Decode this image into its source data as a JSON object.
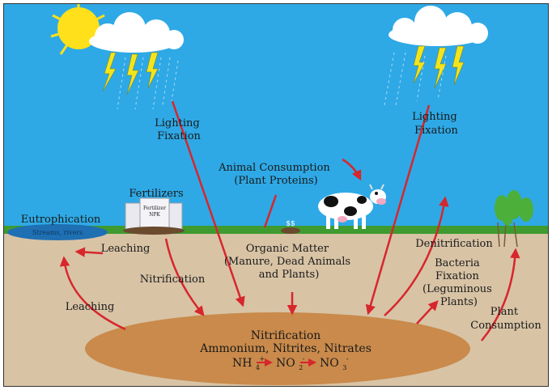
{
  "colors": {
    "sky": "#2ea9e6",
    "soil": "#d8c3a5",
    "grass": "#3f9b2f",
    "pool": "#c98a4b",
    "arrow": "#d7262c",
    "sun": "#ffe01a",
    "bolt": "#f2e51e",
    "water": "#1f6fb3"
  },
  "labels": {
    "lightning_left": [
      "Lighting",
      "Fixation"
    ],
    "lightning_right": [
      "Lighting",
      "Fixation"
    ],
    "animal": [
      "Animal Consumption",
      "(Plant Proteins)"
    ],
    "fertilizers": "Fertilizers",
    "fert_bag": [
      "Fertilizer",
      "NPK"
    ],
    "eutrophication": "Eutrophication",
    "streams": "Streams, rivers",
    "leaching_top": "Leaching",
    "leaching_bottom": "Leaching",
    "nitrification_side": "Nitrification",
    "organic": [
      "Organic Matter",
      "(Manure, Dead Animals",
      "and Plants)"
    ],
    "denitrification": "Denitrification",
    "bacteria": [
      "Bacteria",
      "Fixation",
      "(Leguminous",
      "Plants)"
    ],
    "plant": [
      "Plant",
      "Consumption"
    ],
    "pool_title": "Nitrification",
    "pool_subtitle": "Ammonium, Nitrites, Nitrates",
    "formula": {
      "nh": "NH",
      "nh_sub": "4",
      "nh_sup": "+",
      "no2": "NO",
      "no2_sub": "2",
      "no2_sup": "-",
      "no3": "NO",
      "no3_sub": "3",
      "no3_sup": "-"
    },
    "dung": "$$"
  },
  "icons": [
    "sun-icon",
    "cloud-icon",
    "lightning-icon",
    "rain-icon",
    "fertilizer-bag-icon",
    "cow-icon",
    "plant-icon",
    "dung-icon",
    "water-body-icon"
  ]
}
